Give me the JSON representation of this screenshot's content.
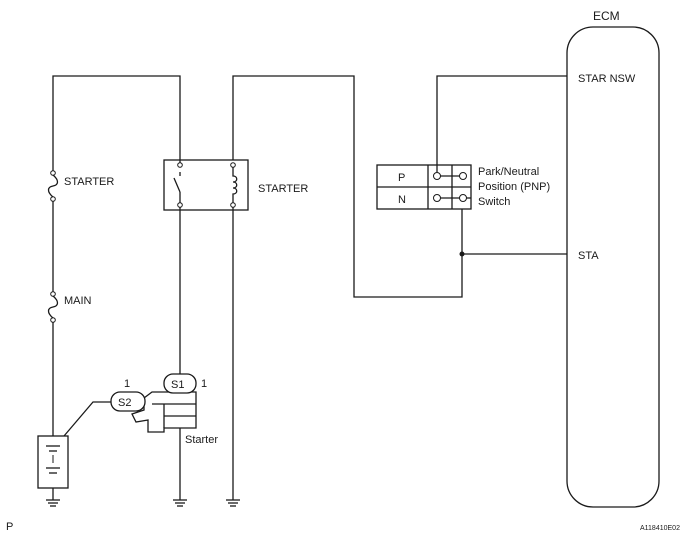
{
  "fuses": {
    "starter_label": "STARTER",
    "main_label": "MAIN"
  },
  "relay": {
    "label": "STARTER"
  },
  "starter_motor": {
    "label": "Starter",
    "s1_label": "S1",
    "s1_pin": "1",
    "s2_label": "S2",
    "s2_pin": "1"
  },
  "pnp_switch": {
    "p_label": "P",
    "n_label": "N",
    "name_line1": "Park/Neutral",
    "name_line2": "Position (PNP)",
    "name_line3": "Switch"
  },
  "ecm": {
    "title": "ECM",
    "terminal_star_nsw": "STAR NSW",
    "terminal_sta": "STA"
  },
  "footer": {
    "corner_mark": "P",
    "figure_id": "A118410E02"
  }
}
